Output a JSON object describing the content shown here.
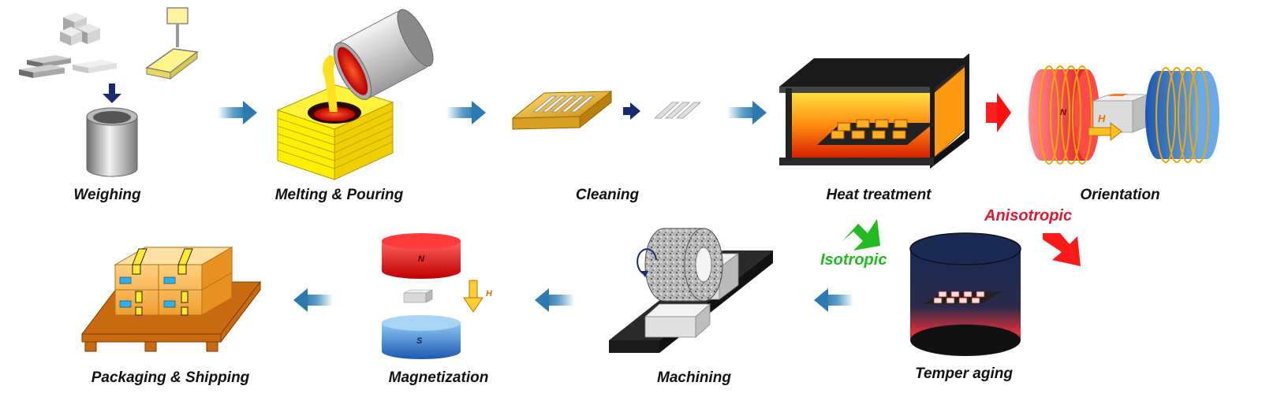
{
  "steps": {
    "weighing": "Weighing",
    "melting": "Melting & Pouring",
    "cleaning": "Cleaning",
    "heat": "Heat treatment",
    "orientation": "Orientation",
    "temper": "Temper aging",
    "machining": "Machining",
    "magnetization": "Magnetization",
    "packaging": "Packaging & Shipping"
  },
  "branches": {
    "isotropic": "Isotropic",
    "anisotropic": "Anisotropic"
  },
  "poles": {
    "north": "N",
    "south": "S",
    "field": "H"
  },
  "colors": {
    "flow_arrow": "#2f7fb2",
    "isotropic": "#22bb22",
    "anisotropic": "#e01830"
  }
}
